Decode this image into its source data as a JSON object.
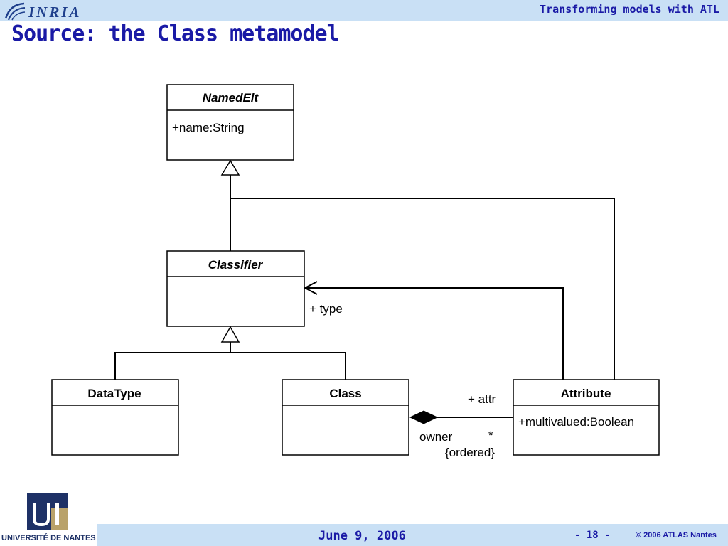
{
  "header": {
    "logo_text": "INRIA",
    "title": "Transforming models with ATL"
  },
  "slide": {
    "title": "Source: the Class metamodel"
  },
  "diagram": {
    "classes": {
      "named_elt": {
        "name": "NamedElt",
        "attributes": [
          "+name:String"
        ]
      },
      "classifier": {
        "name": "Classifier",
        "attributes": []
      },
      "data_type": {
        "name": "DataType",
        "attributes": []
      },
      "class": {
        "name": "Class",
        "attributes": []
      },
      "attribute": {
        "name": "Attribute",
        "attributes": [
          "+multivalued:Boolean"
        ]
      }
    },
    "labels": {
      "type_role": "+ type",
      "attr_role": "+ attr",
      "owner_role": "owner",
      "multiplicity": "*",
      "ordered": "{ordered}"
    }
  },
  "footer": {
    "date": "June 9, 2006",
    "page": "- 18 -",
    "copyright": "© 2006 ATLAS Nantes",
    "university": "UNIVERSITÉ DE NANTES"
  }
}
